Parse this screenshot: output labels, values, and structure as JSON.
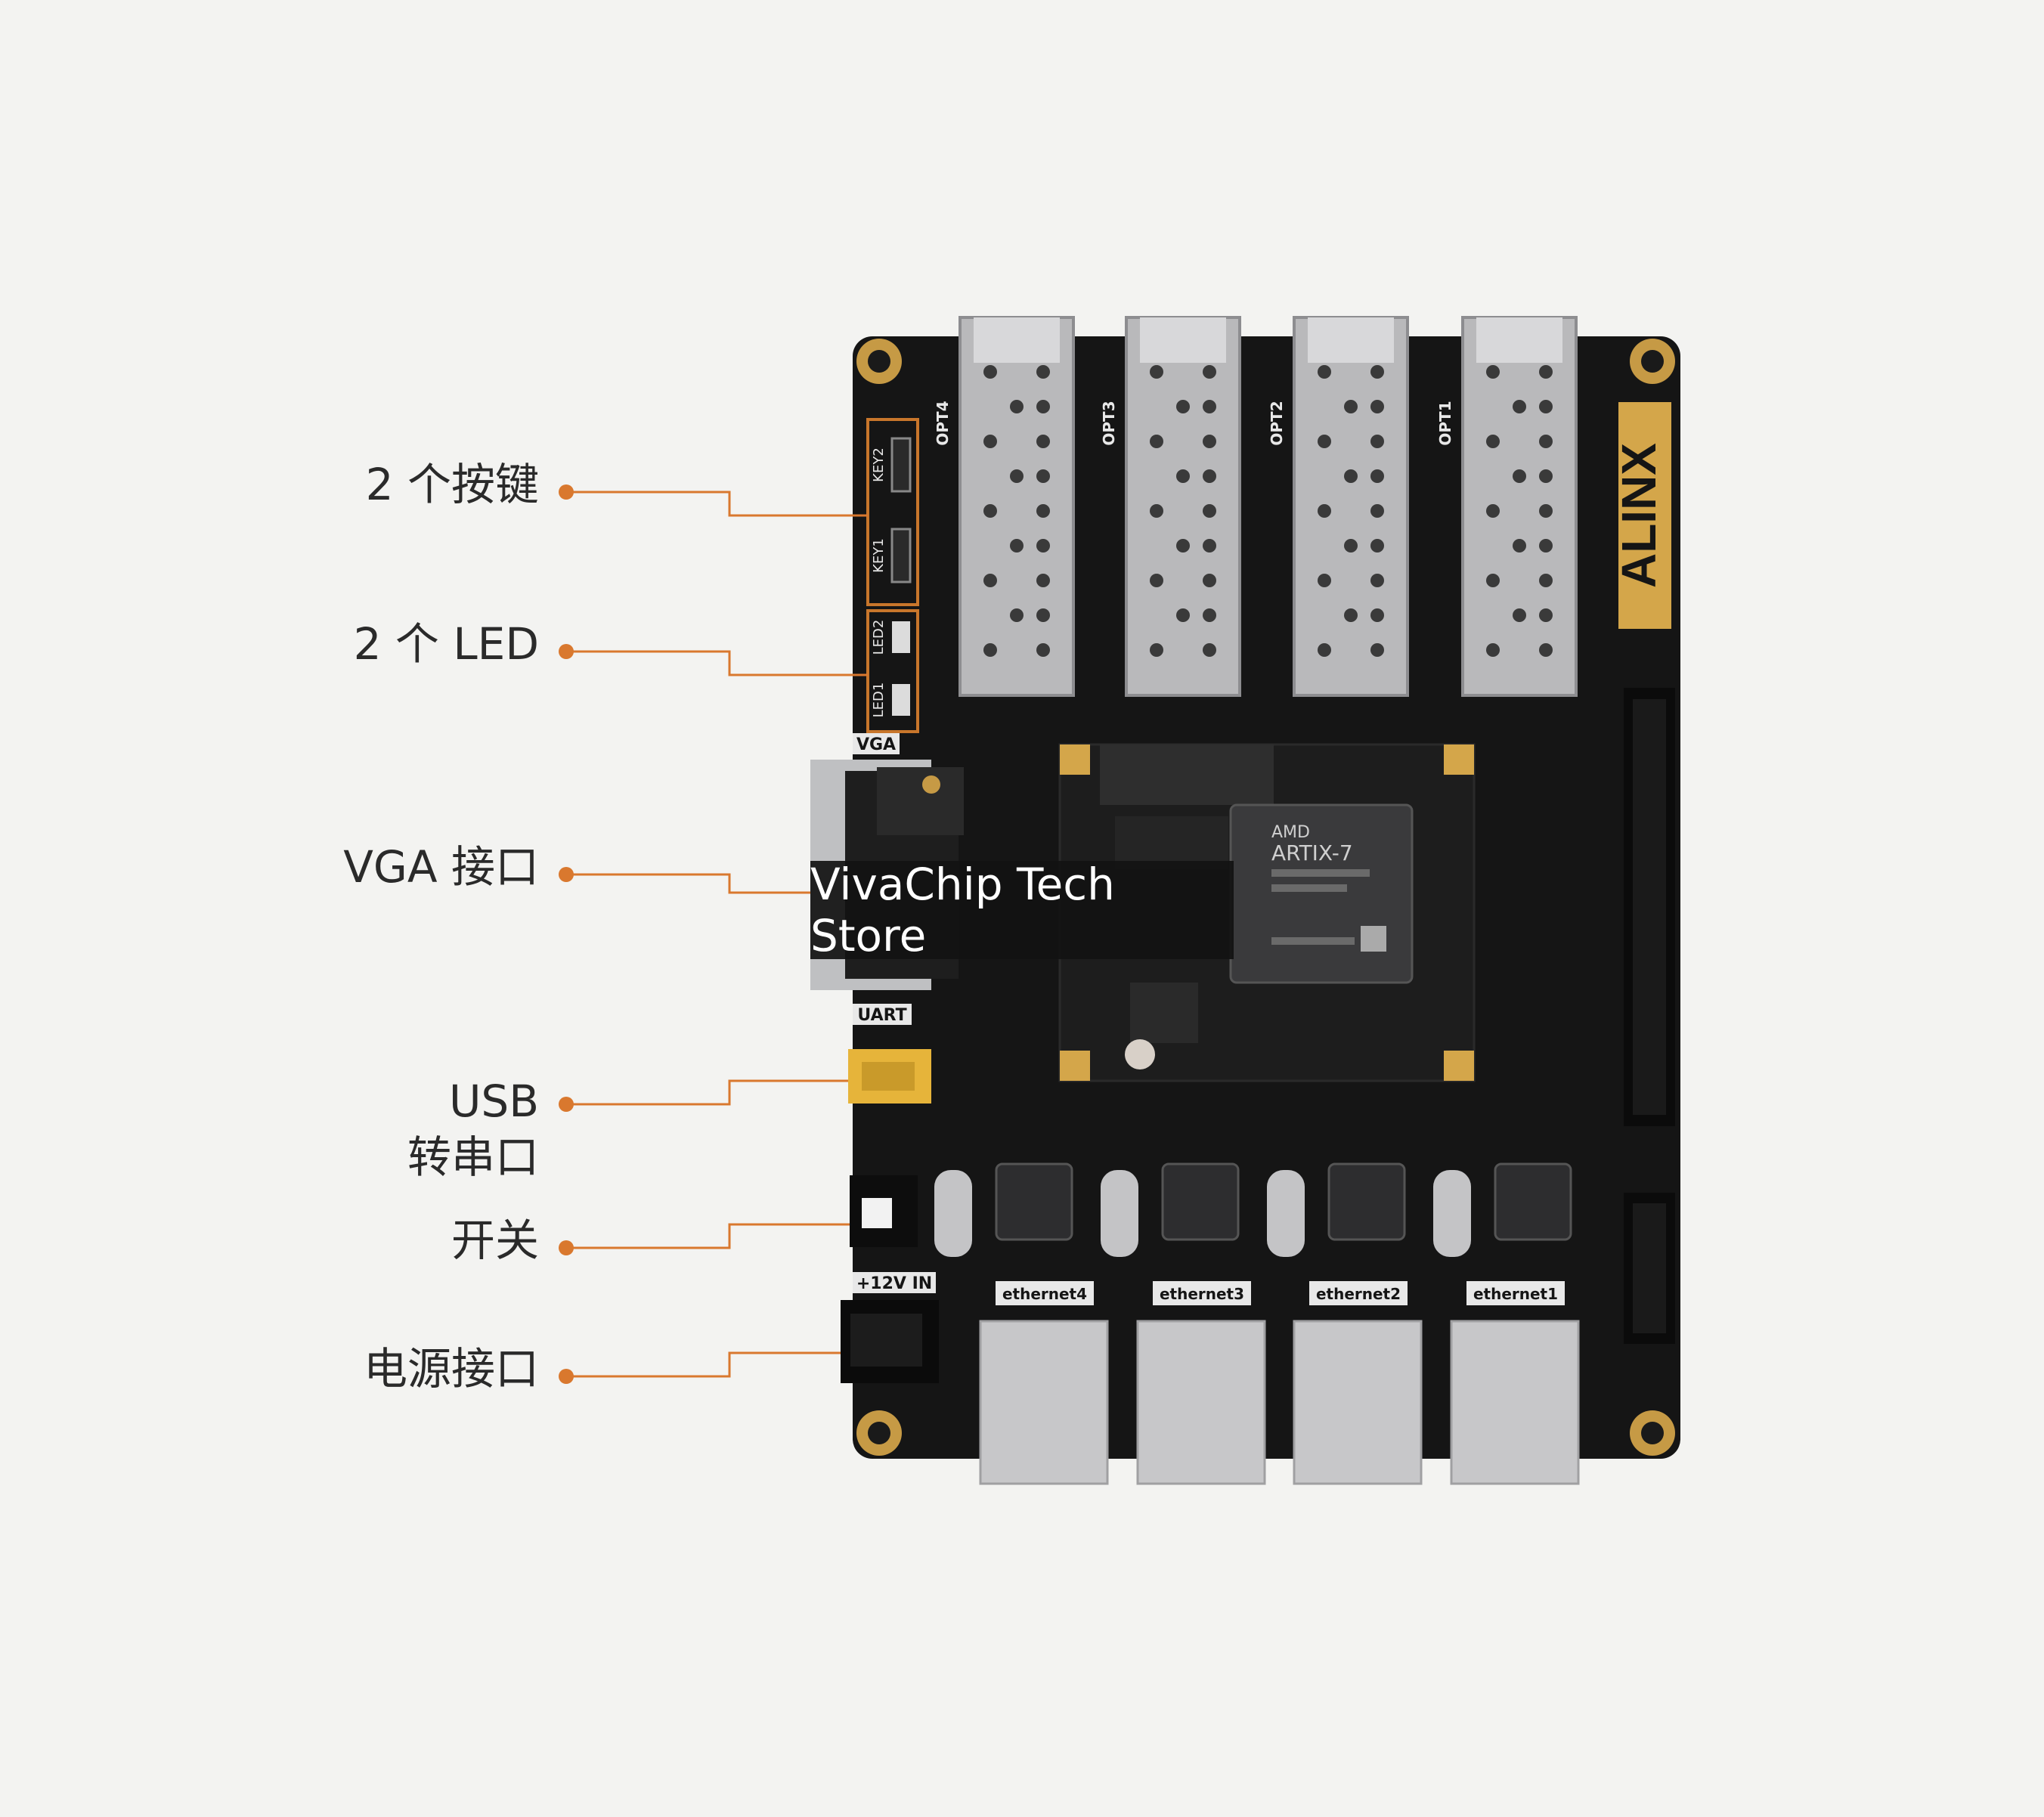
{
  "colors": {
    "background": "#f3f3f1",
    "board": "#151515",
    "callout": "#d9782e",
    "silkscreen": "#e8e8e8",
    "brand_gold": "#d4a64a"
  },
  "callouts": [
    {
      "id": "buttons",
      "lines": [
        "2 个按键"
      ]
    },
    {
      "id": "leds",
      "lines": [
        "2 个 LED"
      ]
    },
    {
      "id": "vga",
      "lines": [
        "VGA 接口"
      ]
    },
    {
      "id": "usb-uart",
      "lines": [
        "USB",
        "转串口"
      ]
    },
    {
      "id": "switch",
      "lines": [
        "开关"
      ]
    },
    {
      "id": "power",
      "lines": [
        "电源接口"
      ]
    }
  ],
  "board": {
    "brand": "ALINX",
    "chip_brand": "AMD",
    "chip_model": "ARTIX-7",
    "sfp_labels": [
      "OPT4",
      "OPT3",
      "OPT2",
      "OPT1"
    ],
    "ethernet_labels": [
      "ethernet4",
      "ethernet3",
      "ethernet2",
      "ethernet1"
    ],
    "vga_label": "VGA",
    "uart_label": "UART",
    "power_label": "+12V IN",
    "key_labels": [
      "KEY2",
      "KEY1"
    ],
    "led_labels": [
      "LED2",
      "LED1"
    ]
  },
  "watermark": "VivaChip Tech Store"
}
